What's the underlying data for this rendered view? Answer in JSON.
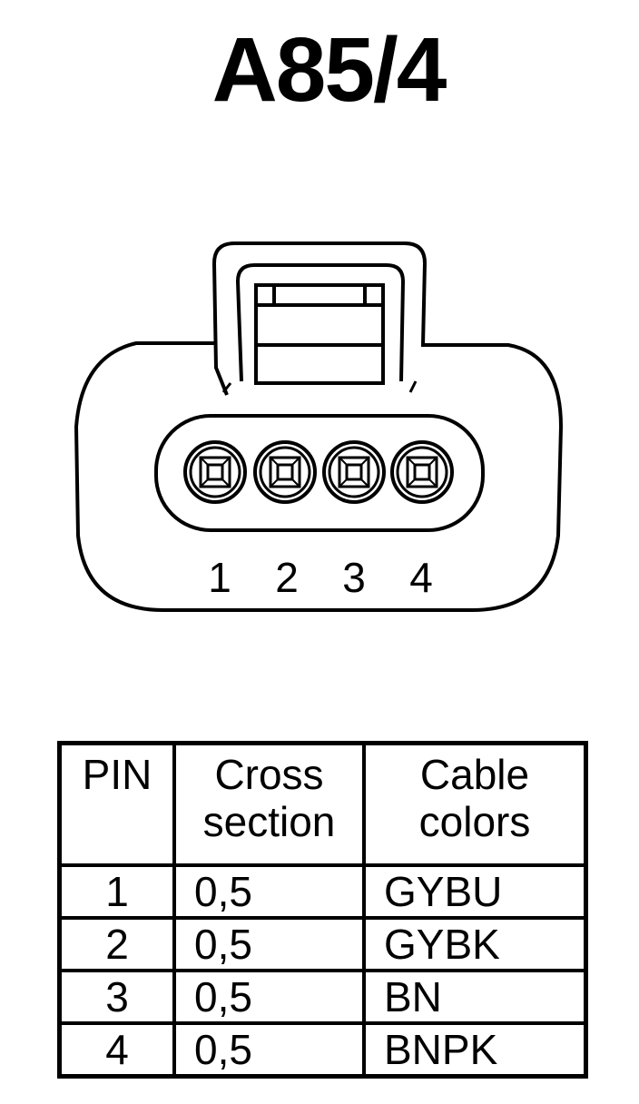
{
  "title": "A85/4",
  "connector": {
    "pin_labels": [
      "1",
      "2",
      "3",
      "4"
    ]
  },
  "table": {
    "headers": {
      "pin": "PIN",
      "cross_section": [
        "Cross",
        "section"
      ],
      "cable_colors": [
        "Cable",
        "colors"
      ]
    },
    "rows": [
      {
        "pin": "1",
        "cross_section": "0,5",
        "color": "GYBU"
      },
      {
        "pin": "2",
        "cross_section": "0,5",
        "color": "GYBK"
      },
      {
        "pin": "3",
        "cross_section": "0,5",
        "color": "BN"
      },
      {
        "pin": "4",
        "cross_section": "0,5",
        "color": "BNPK"
      }
    ]
  }
}
